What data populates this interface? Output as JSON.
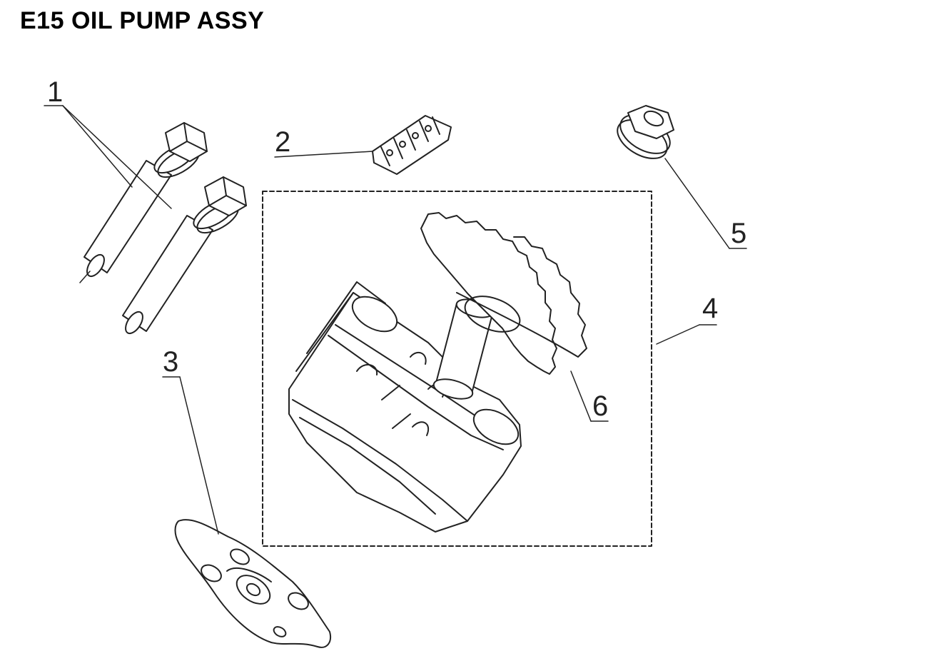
{
  "page": {
    "title": "E15 OIL PUMP ASSY"
  },
  "colors": {
    "line": "#222222",
    "background": "#ffffff",
    "title": "#000000"
  },
  "callouts": [
    {
      "number": "1",
      "part": "flange bolts (2)"
    },
    {
      "number": "2",
      "part": "dowel / coupling"
    },
    {
      "number": "3",
      "part": "gasket"
    },
    {
      "number": "4",
      "part": "oil pump assembly"
    },
    {
      "number": "5",
      "part": "flange nut"
    },
    {
      "number": "6",
      "part": "pump drive gear"
    }
  ]
}
